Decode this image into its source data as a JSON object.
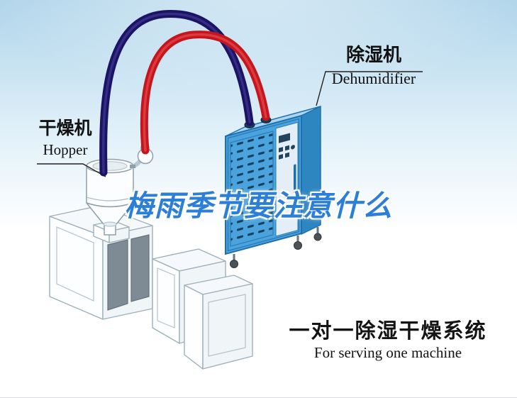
{
  "labels": {
    "hopper": {
      "zh": "干燥机",
      "en": "Hopper"
    },
    "dehumidifier": {
      "zh": "除湿机",
      "en": "Dehumidifier"
    },
    "watermark": "梅雨季节要注意什么",
    "system": {
      "zh": "一对一除湿干燥系统",
      "en": "For serving one machine"
    }
  },
  "colors": {
    "sky_top": "#afd4ea",
    "sky_mid": "#dceef8",
    "pipe_red": "#c4161c",
    "pipe_navy": "#1b1464",
    "dehum_front": "#4aa3dc",
    "dehum_side": "#2e86c0",
    "dehum_top": "#a8d5f0",
    "dehum_frame": "#1f6fae",
    "vent_slot": "#17405f",
    "watermark_blue": "#2b7fd8",
    "label_text": "#111111",
    "line_art_stroke": "#9fb0ba",
    "dark_panel": "#7e8b94"
  }
}
